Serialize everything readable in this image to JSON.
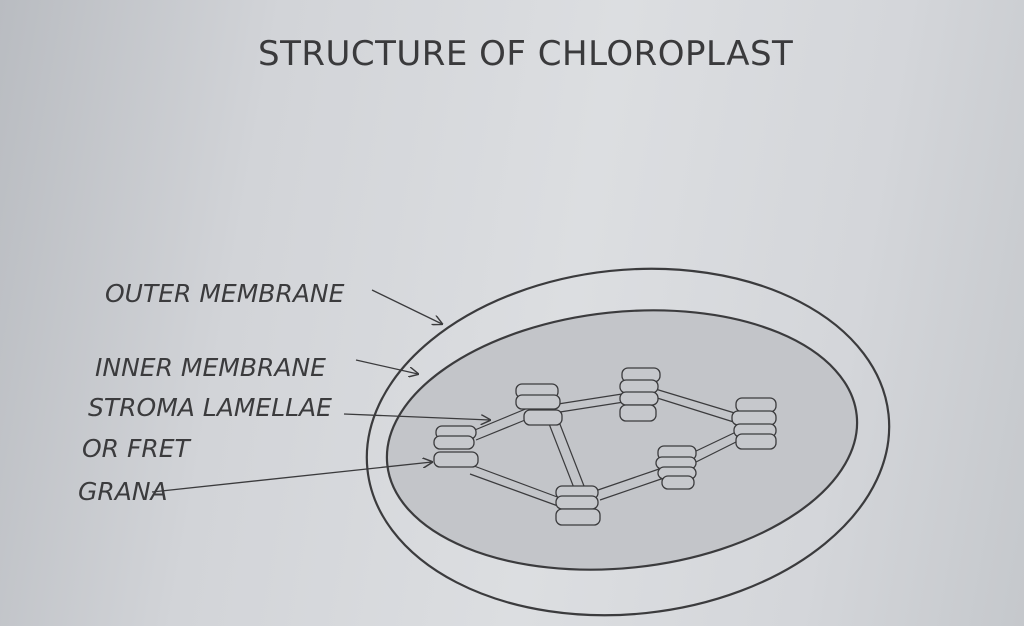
{
  "title": "STRUCTURE OF CHLOROPLAST",
  "labels": {
    "outer_membrane": "OUTER MEMBRANE",
    "inner_membrane": "INNER MEMBRANE",
    "stroma_lamellae": "STROMA LAMELLAE",
    "or_fret": "OR FRET",
    "grana": "GRANA"
  },
  "colors": {
    "ink": "#3b3b3d",
    "stroma_fill": "#c3c5c9",
    "paper": "#d6d8db"
  }
}
